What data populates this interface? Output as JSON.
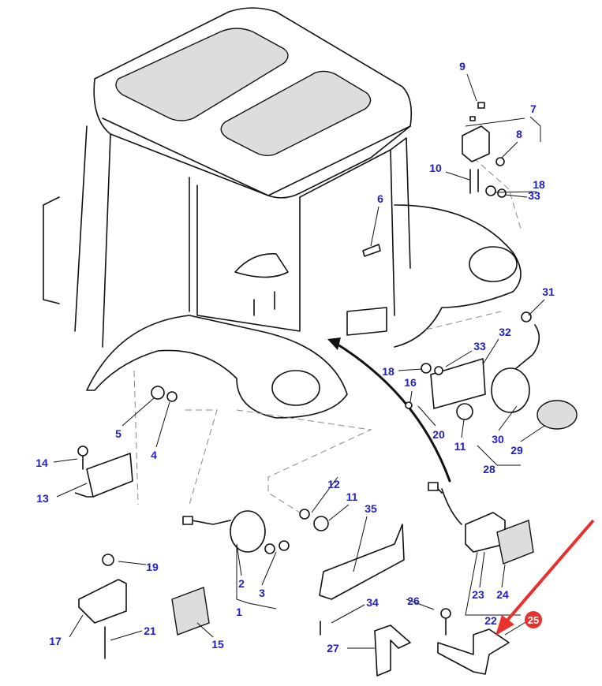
{
  "diagram": {
    "callouts": [
      "9",
      "7",
      "8",
      "10",
      "18",
      "33",
      "6",
      "31",
      "32",
      "33",
      "18",
      "16",
      "20",
      "11",
      "30",
      "29",
      "28",
      "5",
      "4",
      "14",
      "13",
      "12",
      "11",
      "35",
      "19",
      "2",
      "3",
      "1",
      "17",
      "21",
      "15",
      "34",
      "26",
      "27",
      "23",
      "24",
      "22"
    ],
    "highlighted_callout": "25",
    "colors": {
      "callout_text": "#2020c8",
      "highlight": "#e8302e",
      "arrow": "#e8302e",
      "line_art": "#111111"
    }
  }
}
